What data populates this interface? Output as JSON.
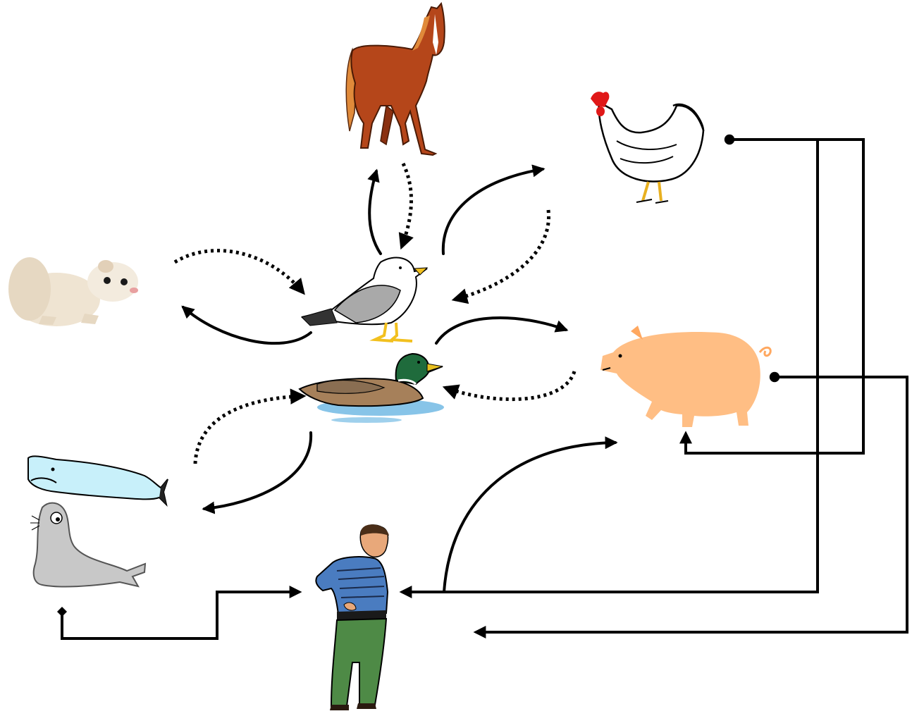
{
  "diagram": {
    "nodes": [
      {
        "id": "horse",
        "icon": "horse-icon"
      },
      {
        "id": "chicken",
        "icon": "chicken-icon"
      },
      {
        "id": "ferret",
        "icon": "ferret-icon"
      },
      {
        "id": "gull",
        "icon": "gull-icon"
      },
      {
        "id": "duck",
        "icon": "mallard-duck-icon"
      },
      {
        "id": "pig",
        "icon": "pig-icon"
      },
      {
        "id": "whale",
        "icon": "sperm-whale-icon"
      },
      {
        "id": "seal",
        "icon": "seal-icon"
      },
      {
        "id": "human",
        "icon": "human-icon"
      }
    ],
    "edges": [
      {
        "from": "gull",
        "to": "horse",
        "style": "solid"
      },
      {
        "from": "horse",
        "to": "gull",
        "style": "dotted"
      },
      {
        "from": "gull",
        "to": "chicken",
        "style": "solid"
      },
      {
        "from": "chicken",
        "to": "gull",
        "style": "dotted"
      },
      {
        "from": "ferret",
        "to": "gull",
        "style": "dotted"
      },
      {
        "from": "gull",
        "to": "ferret",
        "style": "solid"
      },
      {
        "from": "gull",
        "to": "pig",
        "style": "solid"
      },
      {
        "from": "pig",
        "to": "duck",
        "style": "dotted"
      },
      {
        "from": "whale",
        "to": "duck",
        "style": "dotted"
      },
      {
        "from": "duck",
        "to": "whale",
        "style": "solid"
      },
      {
        "from": "human",
        "to": "pig",
        "style": "solid"
      },
      {
        "from": "seal",
        "to": "human",
        "style": "solid-orthogonal"
      },
      {
        "from": "chicken",
        "to": "pig",
        "style": "solid-orthogonal"
      },
      {
        "from": "chicken",
        "to": "human",
        "style": "solid-orthogonal"
      },
      {
        "from": "pig",
        "to": "human",
        "style": "solid-orthogonal"
      }
    ]
  },
  "colors": {
    "line": "#000000",
    "horse": "#b5461a",
    "horse_mane": "#e08a3a",
    "chicken_comb": "#e01818",
    "ferret": "#efe4d2",
    "gull_wing": "#a9a9a9",
    "gull_beak": "#f2c01e",
    "duck_head": "#1f6b3c",
    "duck_body": "#a6805a",
    "water": "#5fb0e0",
    "pig": "#ffbe84",
    "whale": "#c8f0fa",
    "seal": "#c8c8c8",
    "shirt": "#4a7cc0",
    "pants": "#4e8a46",
    "skin": "#e8a87a"
  }
}
